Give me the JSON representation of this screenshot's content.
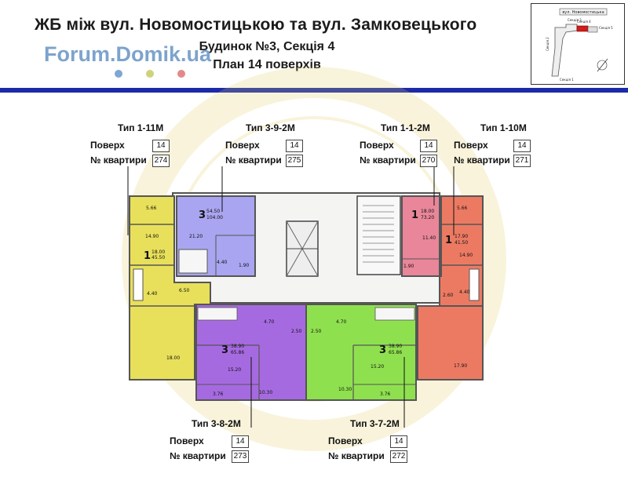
{
  "header": {
    "title": "ЖБ між вул. Новомостицькою та вул. Замковецького",
    "subtitle1": "Будинок №3, Секція 4",
    "subtitle2": "План 14 поверхів",
    "watermark": "Forum.Domik.ua"
  },
  "minimap": {
    "street": "вул. Новомостицька",
    "sections": [
      "Секція 3",
      "Секція 4",
      "Секція 5"
    ],
    "side_label": "Секція 2",
    "bottom_label": "Секція 1"
  },
  "colors": {
    "accent_bar": "#1d2aa8",
    "yellow": "#e8e05a",
    "blue_violet": "#a9a5f0",
    "pink": "#e9869a",
    "salmon": "#ec7a63",
    "purple": "#a66ae0",
    "green": "#8fe04f"
  },
  "field_labels": {
    "floor": "Поверх",
    "apartment": "№ квартири"
  },
  "units": [
    {
      "type": "Тип 1-11М",
      "floor": "14",
      "apartment": "274"
    },
    {
      "type": "Тип 3-9-2М",
      "floor": "14",
      "apartment": "275"
    },
    {
      "type": "Тип 1-1-2М",
      "floor": "14",
      "apartment": "270"
    },
    {
      "type": "Тип 1-10М",
      "floor": "14",
      "apartment": "271"
    },
    {
      "type": "Тип 3-8-2М",
      "floor": "14",
      "apartment": "273"
    },
    {
      "type": "Тип 3-7-2М",
      "floor": "14",
      "apartment": "272"
    }
  ],
  "rooms": {
    "u274": {
      "rooms": "1",
      "living": "18.00",
      "total": "45.50",
      "areas": [
        "5.66",
        "14.90",
        "4.40",
        "6.50",
        "18.00"
      ]
    },
    "u275": {
      "rooms": "3",
      "living": "54.50",
      "total": "104.00",
      "areas": [
        "21.20",
        "4.40",
        "1.90"
      ]
    },
    "u270": {
      "rooms": "1",
      "living": "18.00",
      "total": "73.20",
      "areas": [
        "11.40",
        "1.90"
      ]
    },
    "u271": {
      "rooms": "1",
      "living": "17.90",
      "total": "41.50",
      "areas": [
        "5.66",
        "14.90",
        "4.40",
        "2.60",
        "17.90"
      ]
    },
    "u273": {
      "rooms": "3",
      "living": "38.90",
      "total": "65.86",
      "areas": [
        "4.70",
        "2.50",
        "15.20",
        "10.30",
        "3.76"
      ]
    },
    "u272": {
      "rooms": "3",
      "living": "38.90",
      "total": "65.86",
      "areas": [
        "4.70",
        "2.50",
        "15.20",
        "10.30",
        "3.76"
      ]
    }
  }
}
